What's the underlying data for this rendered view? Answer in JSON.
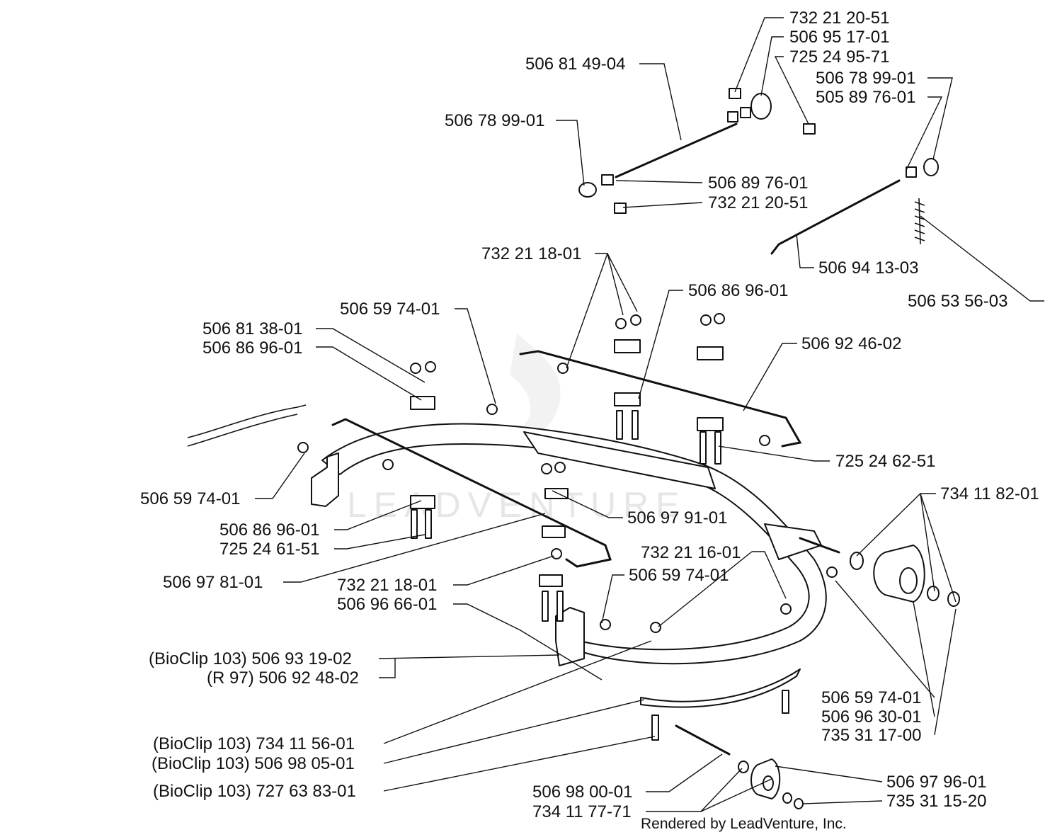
{
  "diagram": {
    "watermark": "LEADVENTURE",
    "footer": "Rendered by LeadVenture, Inc.",
    "labels": [
      "732 21 20-51",
      "506 95 17-01",
      "725 24 95-71",
      "506 81 49-04",
      "506 78 99-01",
      "505 89 76-01",
      "506 78 99-01",
      "506 89 76-01",
      "732 21 20-51",
      "506 94 13-03",
      "506 53 56-03",
      "732 21 18-01",
      "506 86 96-01",
      "506 59 74-01",
      "506 81 38-01",
      "506 86 96-01",
      "506 92 46-02",
      "725 24 62-51",
      "506 59 74-01",
      "506 97 91-01",
      "734 11 82-01",
      "506 86 96-01",
      "725 24 61-51",
      "732 21 16-01",
      "506 59 74-01",
      "506 97 81-01",
      "732 21 18-01",
      "506 96 66-01",
      "(BioClip 103) 506 93 19-02",
      "(R 97) 506 92 48-02",
      "506 59 74-01",
      "506 96 30-01",
      "735 31 17-00",
      "(BioClip 103) 734 11 56-01",
      "(BioClip 103) 506 98 05-01",
      "(BioClip 103) 727 63 83-01",
      "506 98 00-01",
      "734 11 77-71",
      "506 97 96-01",
      "735 31 15-20"
    ]
  }
}
